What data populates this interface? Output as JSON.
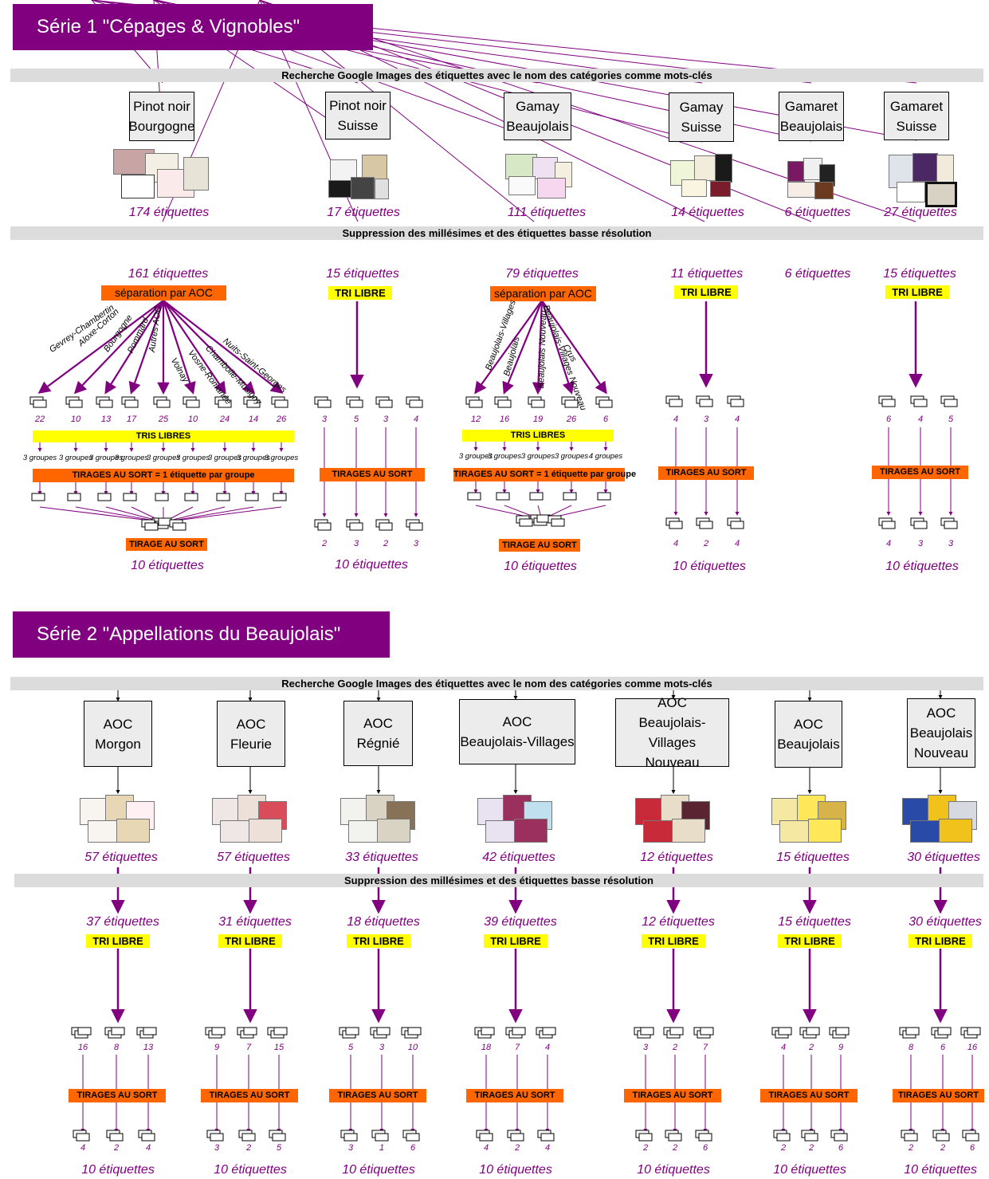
{
  "series1": {
    "title": "Série 1  \"Cépages & Vignobles\"",
    "search_bar": "Recherche Google Images des étiquettes avec le nom des catégories comme mots-clés",
    "filter_bar": "Suppression des millésimes et des étiquettes basse résolution",
    "categories": [
      {
        "line1": "Pinot noir",
        "line2": "Bourgogne",
        "initial": "174 étiquettes",
        "filtered": "161 étiquettes",
        "method": "séparation par AOC",
        "final": "10 étiquettes"
      },
      {
        "line1": "Pinot noir",
        "line2": "Suisse",
        "initial": "17 étiquettes",
        "filtered": "15 étiquettes",
        "method": "TRI LIBRE",
        "draw": "TIRAGES AU SORT",
        "final": "10 étiquettes"
      },
      {
        "line1": "Gamay",
        "line2": "Beaujolais",
        "initial": "111 étiquettes",
        "filtered": "79 étiquettes",
        "method": "séparation par AOC",
        "final": "10 étiquettes"
      },
      {
        "line1": "Gamay",
        "line2": "Suisse",
        "initial": "14 étiquettes",
        "filtered": "11 étiquettes",
        "method": "TRI LIBRE",
        "draw": "TIRAGES AU SORT",
        "final": "10 étiquettes"
      },
      {
        "line1": "Gamaret",
        "line2": "Beaujolais",
        "initial": "6 étiquettes",
        "filtered": "6 étiquettes"
      },
      {
        "line1": "Gamaret",
        "line2": "Suisse",
        "initial": "27 étiquettes",
        "filtered": "15 étiquettes",
        "method": "TRI LIBRE",
        "draw": "TIRAGES AU SORT",
        "final": "10 étiquettes"
      }
    ],
    "pinot_aoc": [
      "Gevrey-Chambertin",
      "Aloxe-Corton",
      "Bourgogne",
      "Pommard",
      "Autres AOC",
      "Volnay",
      "Vosne-Romanée",
      "Chambolle-Musigny",
      "Nuits-Saint-Georges"
    ],
    "pinot_counts": [
      "22",
      "10",
      "13",
      "17",
      "25",
      "10",
      "24",
      "14",
      "26"
    ],
    "pinot_groups": [
      "3 groupes",
      "3 groupes",
      "3 groupes",
      "3 groupes",
      "3 groupes",
      "3 groupes",
      "3 groupes",
      "3 groupes",
      "3 groupes"
    ],
    "pinot_tris": "TRIS LIBRES",
    "pinot_draws": "TIRAGES AU SORT = 1 étiquette par groupe",
    "pinot_final_draw": "TIRAGE AU SORT",
    "gamay_aoc": [
      "Beaujolais-Villages",
      "Beaujolais",
      "Beaujolais Nouveau",
      "Beaujolais-Villages Nouveau",
      "Crus"
    ],
    "gamay_counts": [
      "12",
      "16",
      "19",
      "26",
      "6"
    ],
    "gamay_groups": [
      "3 groupes",
      "3 groupes",
      "3 groupes",
      "3 groupes",
      "4 groupes"
    ],
    "gamay_tris": "TRIS LIBRES",
    "gamay_draws": "TIRAGES AU SORT = 1 étiquette par groupe",
    "gamay_final_draw": "TIRAGE AU SORT",
    "pns_groups": [
      "3",
      "5",
      "3",
      "4"
    ],
    "pns_picks": [
      "2",
      "3",
      "2",
      "3"
    ],
    "gs_groups": [
      "4",
      "3",
      "4"
    ],
    "gs_picks": [
      "4",
      "2",
      "4"
    ],
    "gms_groups": [
      "6",
      "4",
      "5"
    ],
    "gms_picks": [
      "4",
      "3",
      "3"
    ]
  },
  "series2": {
    "title": "Série 2 \"Appellations du Beaujolais\"",
    "search_bar": "Recherche Google Images des étiquettes avec le nom des catégories comme mots-clés",
    "filter_bar": "Suppression des millésimes et des étiquettes basse résolution",
    "method": "TRI LIBRE",
    "draw": "TIRAGES AU SORT",
    "categories": [
      {
        "lines": [
          "AOC",
          "Morgon"
        ],
        "initial": "57 étiquettes",
        "filtered": "37 étiquettes",
        "groups": [
          "16",
          "8",
          "13"
        ],
        "picks": [
          "4",
          "2",
          "4"
        ],
        "final": "10 étiquettes"
      },
      {
        "lines": [
          "AOC",
          "Fleurie"
        ],
        "initial": "57 étiquettes",
        "filtered": "31 étiquettes",
        "groups": [
          "9",
          "7",
          "15"
        ],
        "picks": [
          "3",
          "2",
          "5"
        ],
        "final": "10 étiquettes"
      },
      {
        "lines": [
          "AOC",
          "Régnié"
        ],
        "initial": "33 étiquettes",
        "filtered": "18 étiquettes",
        "groups": [
          "5",
          "3",
          "10"
        ],
        "picks": [
          "3",
          "1",
          "6"
        ],
        "final": "10 étiquettes"
      },
      {
        "lines": [
          "AOC",
          "Beaujolais-Villages"
        ],
        "initial": "42 étiquettes",
        "filtered": "39 étiquettes",
        "groups": [
          "18",
          "7",
          "4"
        ],
        "picks": [
          "4",
          "2",
          "4"
        ],
        "final": "10 étiquettes"
      },
      {
        "lines": [
          "AOC",
          "Beaujolais-Villages",
          "Nouveau"
        ],
        "initial": "12 étiquettes",
        "filtered": "12 étiquettes",
        "groups": [
          "3",
          "2",
          "7"
        ],
        "picks": [
          "2",
          "2",
          "6"
        ],
        "final": "10 étiquettes"
      },
      {
        "lines": [
          "AOC",
          "Beaujolais"
        ],
        "initial": "15 étiquettes",
        "filtered": "15 étiquettes",
        "groups": [
          "4",
          "2",
          "9"
        ],
        "picks": [
          "2",
          "2",
          "6"
        ],
        "final": "10 étiquettes"
      },
      {
        "lines": [
          "AOC",
          "Beaujolais",
          "Nouveau"
        ],
        "initial": "30 étiquettes",
        "filtered": "30 étiquettes",
        "groups": [
          "8",
          "6",
          "16"
        ],
        "picks": [
          "2",
          "2",
          "6"
        ],
        "final": "10 étiquettes"
      }
    ]
  },
  "colors": {
    "purple": "#800080",
    "orange": "#ff6600",
    "yellow": "#ffff00",
    "grey_bar": "#dcdcdc",
    "box": "#ececec"
  }
}
